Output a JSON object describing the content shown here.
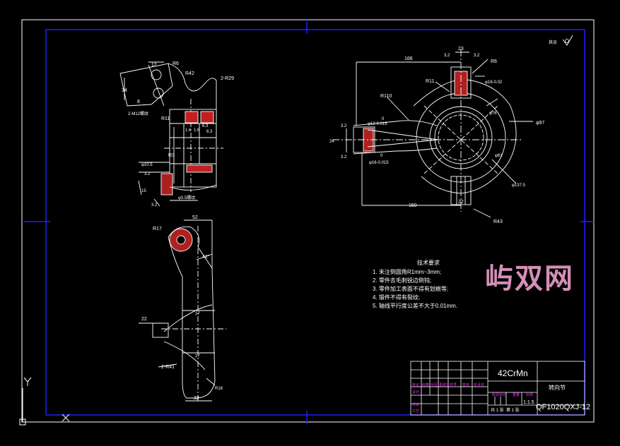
{
  "drawing": {
    "title_cn": "转向节",
    "material": "42CrMn",
    "drawing_no": "QF1020QXJ-12",
    "scale": "1:1.5",
    "sheet_total": "共 1 张",
    "sheet_no": "第 1 张",
    "roughness_note": "其余",
    "watermark": "屿双网"
  },
  "tech_requirements": {
    "heading": "技术要求",
    "items": [
      "1.  未注倒圆角R1mm~3mm;",
      "2.  零件去毛刺锐边倒钝;",
      "3.  零件加工表面不得有划痕等;",
      "4.  锻件不得有裂纹;",
      "5.  轴线平行度公差不大于0.01mm."
    ]
  },
  "dims": {
    "top_left": [
      "12",
      "R6",
      "R42",
      "2-R29",
      "34",
      "8",
      "2-M12螺纹",
      "R11",
      "1.6",
      "1.6",
      "6.3",
      "6.3",
      "R3",
      "φ10.5",
      "3.2",
      "15",
      "3.2",
      "φ3.5螺纹"
    ],
    "right": [
      "166",
      "23",
      "3.2",
      "3.2",
      "R6",
      "R11",
      "φ18-0.02",
      "R110",
      "0",
      "φ12-0.015",
      "φ76",
      "φ97",
      "3.2",
      "24",
      "3.2",
      "0",
      "φ16-0.015",
      "φ61",
      "φ137.5",
      "150",
      "22",
      "R43"
    ],
    "bottom": [
      "52",
      "R17",
      "42°",
      "22",
      "2-R41",
      "32",
      "R18",
      "17",
      "17"
    ]
  },
  "title_block": {
    "row_labels": [
      "标记",
      "处数",
      "分区",
      "更改文件号",
      "签名",
      "年月日"
    ],
    "left_rows": [
      "设计",
      "校核",
      "工艺"
    ],
    "mid_labels": [
      "阶段标记",
      "重量",
      "比例"
    ]
  },
  "ucs": {
    "x_label": "X",
    "y_label": "Y"
  },
  "colors": {
    "frame": "#2020ff",
    "lines": "#ffffff",
    "magenta": "#ff2bff",
    "watermark": "#d58fb8"
  }
}
